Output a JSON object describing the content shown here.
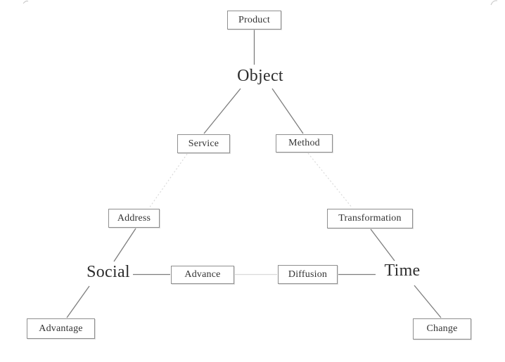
{
  "diagram": {
    "background_color": "#ffffff",
    "line_color": "#7d7d7d",
    "faint_line_color": "#dadada",
    "box_border_color": "#8f8f8f",
    "text_color": "#333333",
    "hub_nodes": [
      {
        "id": "object",
        "label": "Object"
      },
      {
        "id": "social",
        "label": "Social"
      },
      {
        "id": "time",
        "label": "Time"
      }
    ],
    "box_nodes": [
      {
        "id": "product",
        "label": "Product"
      },
      {
        "id": "service",
        "label": "Service"
      },
      {
        "id": "method",
        "label": "Method"
      },
      {
        "id": "address",
        "label": "Address"
      },
      {
        "id": "transformation",
        "label": "Transformation"
      },
      {
        "id": "advance",
        "label": "Advance"
      },
      {
        "id": "diffusion",
        "label": "Diffusion"
      },
      {
        "id": "advantage",
        "label": "Advantage"
      },
      {
        "id": "change",
        "label": "Change"
      }
    ],
    "edges": [
      {
        "from": "product",
        "to": "object",
        "style": "solid"
      },
      {
        "from": "object",
        "to": "service",
        "style": "solid"
      },
      {
        "from": "object",
        "to": "method",
        "style": "solid"
      },
      {
        "from": "service",
        "to": "address",
        "style": "faint-dotted"
      },
      {
        "from": "method",
        "to": "transformation",
        "style": "faint-dotted"
      },
      {
        "from": "address",
        "to": "social",
        "style": "solid"
      },
      {
        "from": "social",
        "to": "advance",
        "style": "solid"
      },
      {
        "from": "advance",
        "to": "diffusion",
        "style": "faint"
      },
      {
        "from": "diffusion",
        "to": "time",
        "style": "solid"
      },
      {
        "from": "transformation",
        "to": "time",
        "style": "solid"
      },
      {
        "from": "social",
        "to": "advantage",
        "style": "solid"
      },
      {
        "from": "time",
        "to": "change",
        "style": "solid"
      }
    ]
  }
}
